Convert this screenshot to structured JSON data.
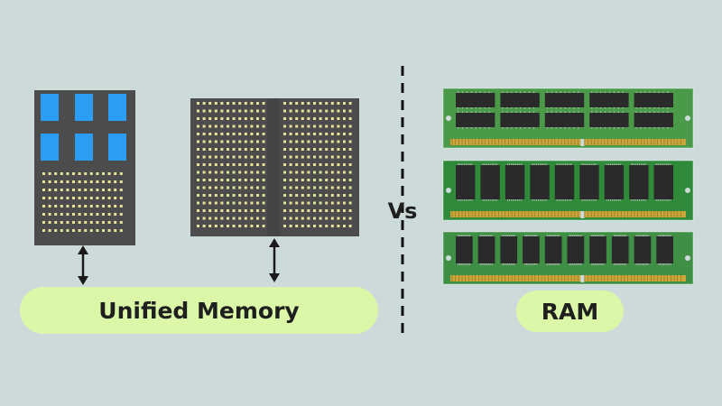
{
  "labels": {
    "unified_memory": "Unified Memory",
    "vs": "Vs",
    "ram": "RAM"
  },
  "colors": {
    "background": "#ccdbd9",
    "pill": "#dbf7a8",
    "chip_body": "#4c4c4c",
    "core_blue": "#2b9df3",
    "pad_yellow": "#e6e29a",
    "arrow": "#1a1a1a",
    "pcb_green": "#3c8a3c",
    "ram_chip": "#2a2a2a",
    "gold_contacts": "#c9a53a"
  },
  "icons": [
    "double-arrow-icon",
    "ram-stick-icon"
  ]
}
